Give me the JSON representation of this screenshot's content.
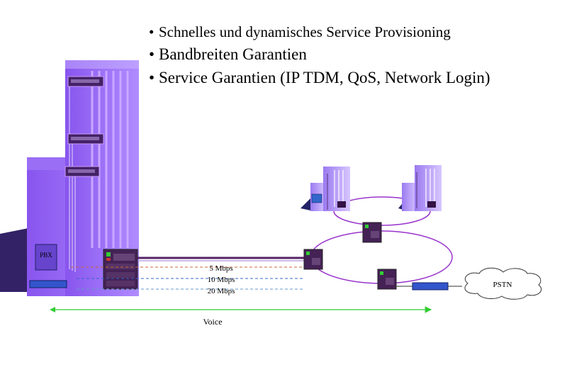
{
  "bullets": [
    "Schnelles und dynamisches Service Provisioning",
    "Bandbreiten Garantien",
    "Service Garantien (IP TDM, QoS, Network Login)"
  ],
  "labels": {
    "pbx": "PBX",
    "pstn": "PSTN",
    "voice": "Voice",
    "rate_5": "5  Mbps",
    "rate_10": "10 Mbps",
    "rate_20": "20 Mbps"
  },
  "colors": {
    "building": "#9966ff",
    "ring": "#9933cc",
    "voice_arrow": "#33cc33",
    "link": "#3355cc",
    "rate_5": "#cc6633",
    "rate_10": "#3366cc",
    "rate_20": "#6699cc"
  }
}
